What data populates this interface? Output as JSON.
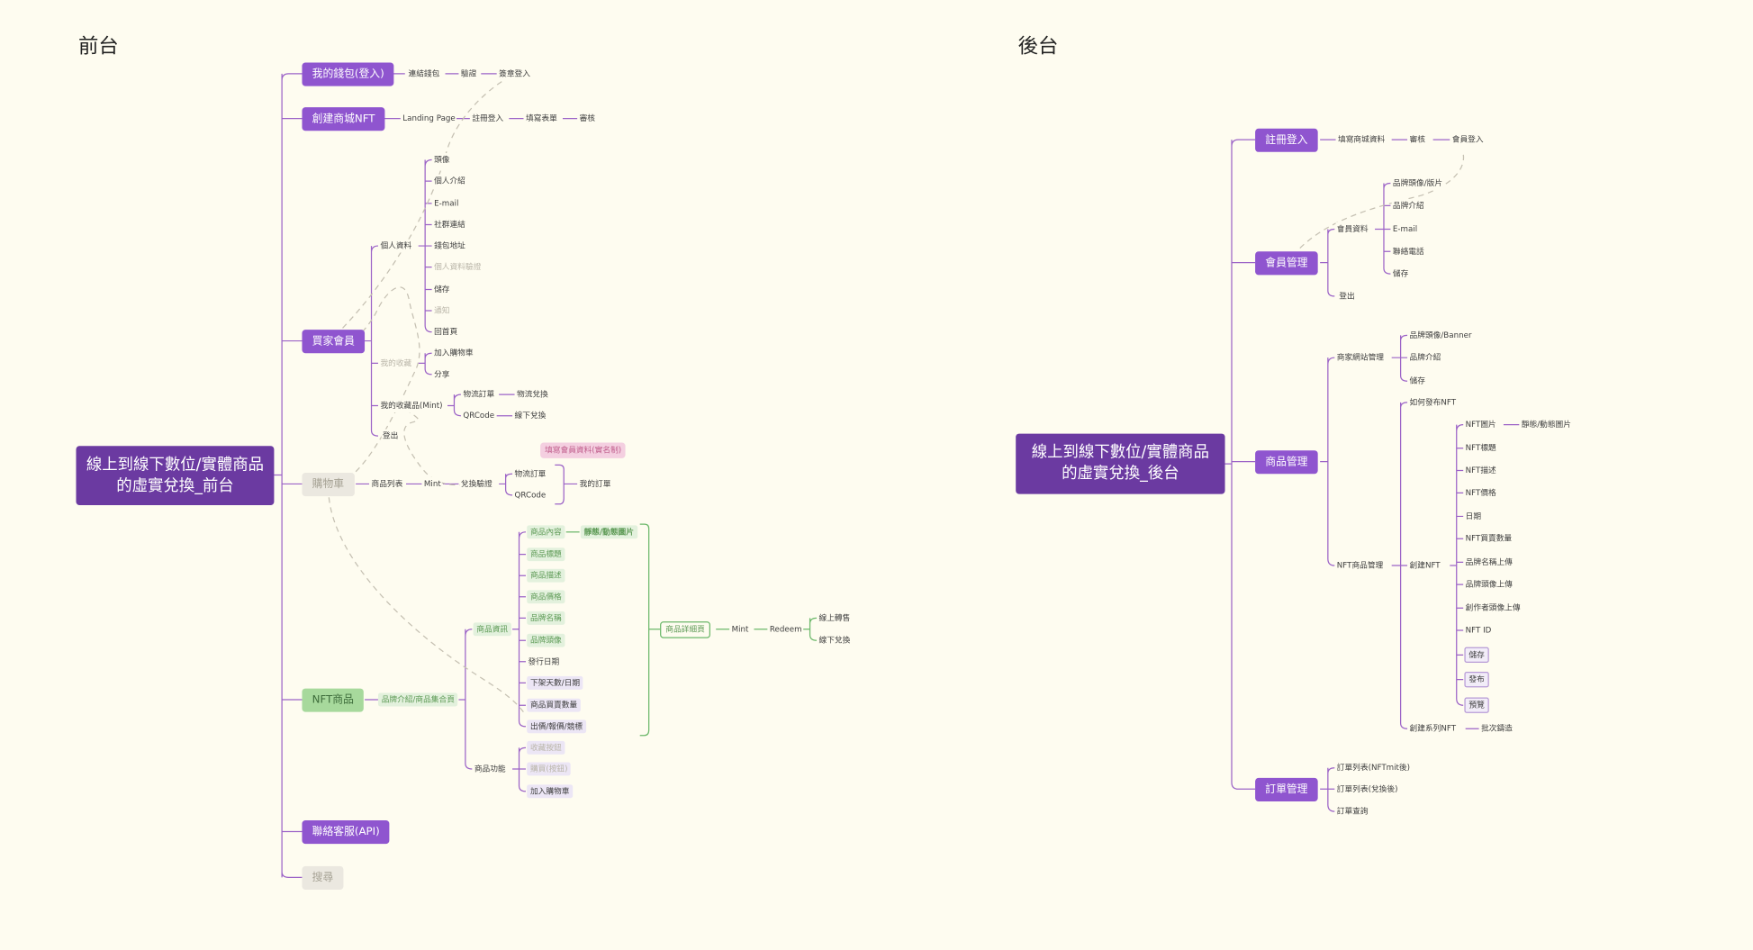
{
  "front": {
    "title": "前台",
    "root": "線上到線下數位/實體商品的虛實兌換_前台",
    "wallet": {
      "label": "我的錢包(登入)",
      "steps": [
        "連結錢包",
        "驗證",
        "簽章登入"
      ]
    },
    "create_shop": {
      "label": "創建商城NFT",
      "steps": [
        "Landing Page",
        "註冊登入",
        "填寫表單",
        "審核"
      ]
    },
    "buyer": {
      "label": "買家會員",
      "profile": {
        "label": "個人資料",
        "items": [
          "頭像",
          "個人介紹",
          "E-mail",
          "社群連結",
          "錢包地址",
          "個人資料驗證",
          "儲存",
          "通知",
          "回首頁"
        ]
      },
      "my_collection": {
        "label": "我的收藏",
        "items": [
          "加入購物車",
          "分享"
        ]
      },
      "my_minted": {
        "label": "我的收藏品(Mint)",
        "logistics": "物流訂單",
        "logistics_next": "物流兌換",
        "qrcode": "QRCode",
        "qrcode_next": "線下兌換"
      },
      "logout": "登出"
    },
    "cart": {
      "label": "購物車",
      "steps": [
        "商品列表",
        "Mint",
        "兌換驗證"
      ],
      "options": [
        "物流訂單",
        "QRCode"
      ],
      "result": "我的訂單",
      "note": "填寫會員資料(實名制)"
    },
    "nft": {
      "label": "NFT商品",
      "intro": "品牌介紹/商品集合頁",
      "info": {
        "label": "商品資訊",
        "items": [
          "商品內容",
          "商品標題",
          "商品描述",
          "商品價格",
          "品牌名稱",
          "品牌頭像",
          "發行日期",
          "下架天數/日期",
          "商品買賣數量",
          "出價/報價/競標"
        ],
        "content_detail": "靜態/動態圖片"
      },
      "functions": {
        "label": "商品功能",
        "items": [
          "收藏按鈕",
          "購買(按鈕)",
          "加入購物車"
        ]
      },
      "detail_page": "商品詳細頁",
      "mint": "Mint",
      "redeem": "Redeem",
      "redeem_options": [
        "線上轉售",
        "線下兌換"
      ]
    },
    "service": "聯絡客服(API)",
    "search": "搜尋"
  },
  "back": {
    "title": "後台",
    "root": "線上到線下數位/實體商品的虛實兌換_後台",
    "register": {
      "label": "註冊登入",
      "steps": [
        "填寫商城資料",
        "審核",
        "會員登入"
      ]
    },
    "member": {
      "label": "會員管理",
      "member_data": {
        "label": "會員資料",
        "items": [
          "品牌頭像/版片",
          "品牌介紹",
          "E-mail",
          "聯絡電話",
          "儲存"
        ]
      },
      "logout": "登出"
    },
    "product": {
      "label": "商品管理",
      "site": {
        "label": "商家網站管理",
        "items": [
          "品牌頭像/Banner",
          "品牌介紹",
          "儲存"
        ]
      },
      "nft_mgmt": {
        "label": "NFT商品管理",
        "how_to": "如何發布NFT",
        "create": {
          "label": "創建NFT",
          "items": [
            "NFT圖片",
            "NFT標題",
            "NFT描述",
            "NFT價格",
            "日期",
            "NFT買賣數量",
            "品牌名稱上傳",
            "品牌頭像上傳",
            "創作者頭像上傳",
            "NFT ID",
            "儲存",
            "發布",
            "預覽"
          ],
          "image_detail": "靜態/動態圖片"
        },
        "series": {
          "label": "創建系列NFT",
          "next": "批次鑄造"
        }
      }
    },
    "orders": {
      "label": "訂單管理",
      "items": [
        "訂單列表(NFTmit後)",
        "訂單列表(兌換後)",
        "訂單查詢"
      ]
    }
  },
  "colors": {
    "background": "#fefcf0",
    "root": "#6b3aa1",
    "branch": "#8f55cf",
    "green": "#a7d99c",
    "gray": "#ebe8e0",
    "pink": "#f4cfe0"
  }
}
